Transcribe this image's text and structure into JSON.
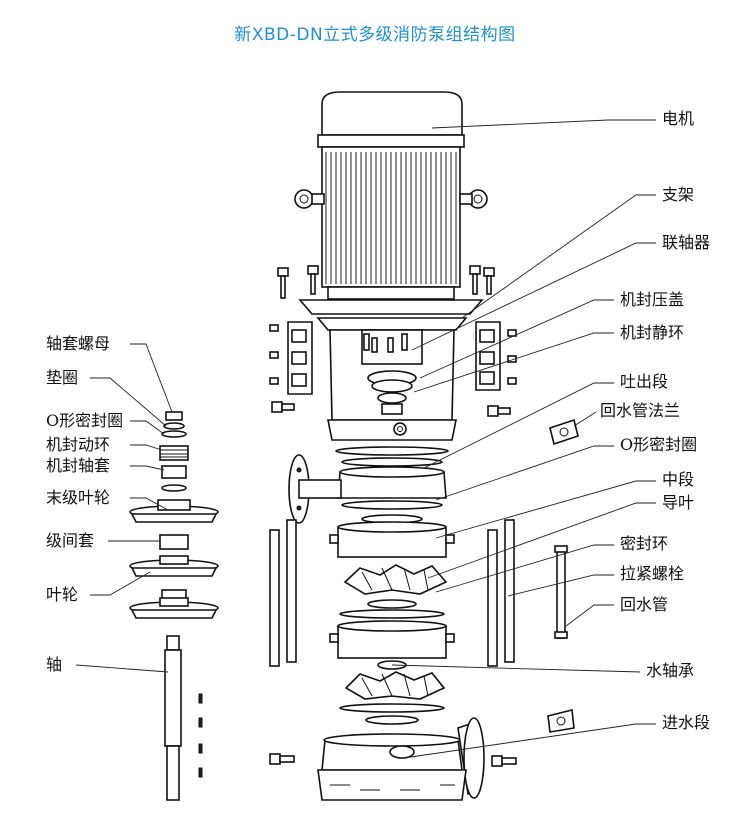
{
  "title": "新XBD-DN立式多级消防泵组结构图",
  "colors": {
    "title": "#1f8fd1",
    "line": "#111111"
  },
  "labels_right": {
    "motor": "电机",
    "bracket": "支架",
    "coupling": "联轴器",
    "seal_gland": "机封压盖",
    "seal_static_ring": "机封静环",
    "discharge_section": "吐出段",
    "return_flange": "回水管法兰",
    "o_ring": "O形密封圈",
    "middle_section": "中段",
    "guide_vane": "导叶",
    "seal_ring": "密封环",
    "tie_bolt": "拉紧螺栓",
    "return_pipe": "回水管",
    "water_bearing": "水轴承",
    "inlet_section": "进水段"
  },
  "labels_left": {
    "sleeve_nut": "轴套螺母",
    "washer": "垫圈",
    "o_ring": "O形密封圈",
    "seal_rotating_ring": "机封动环",
    "seal_sleeve": "机封轴套",
    "last_impeller": "末级叶轮",
    "stage_sleeve": "级间套",
    "impeller": "叶轮",
    "shaft": "轴"
  }
}
